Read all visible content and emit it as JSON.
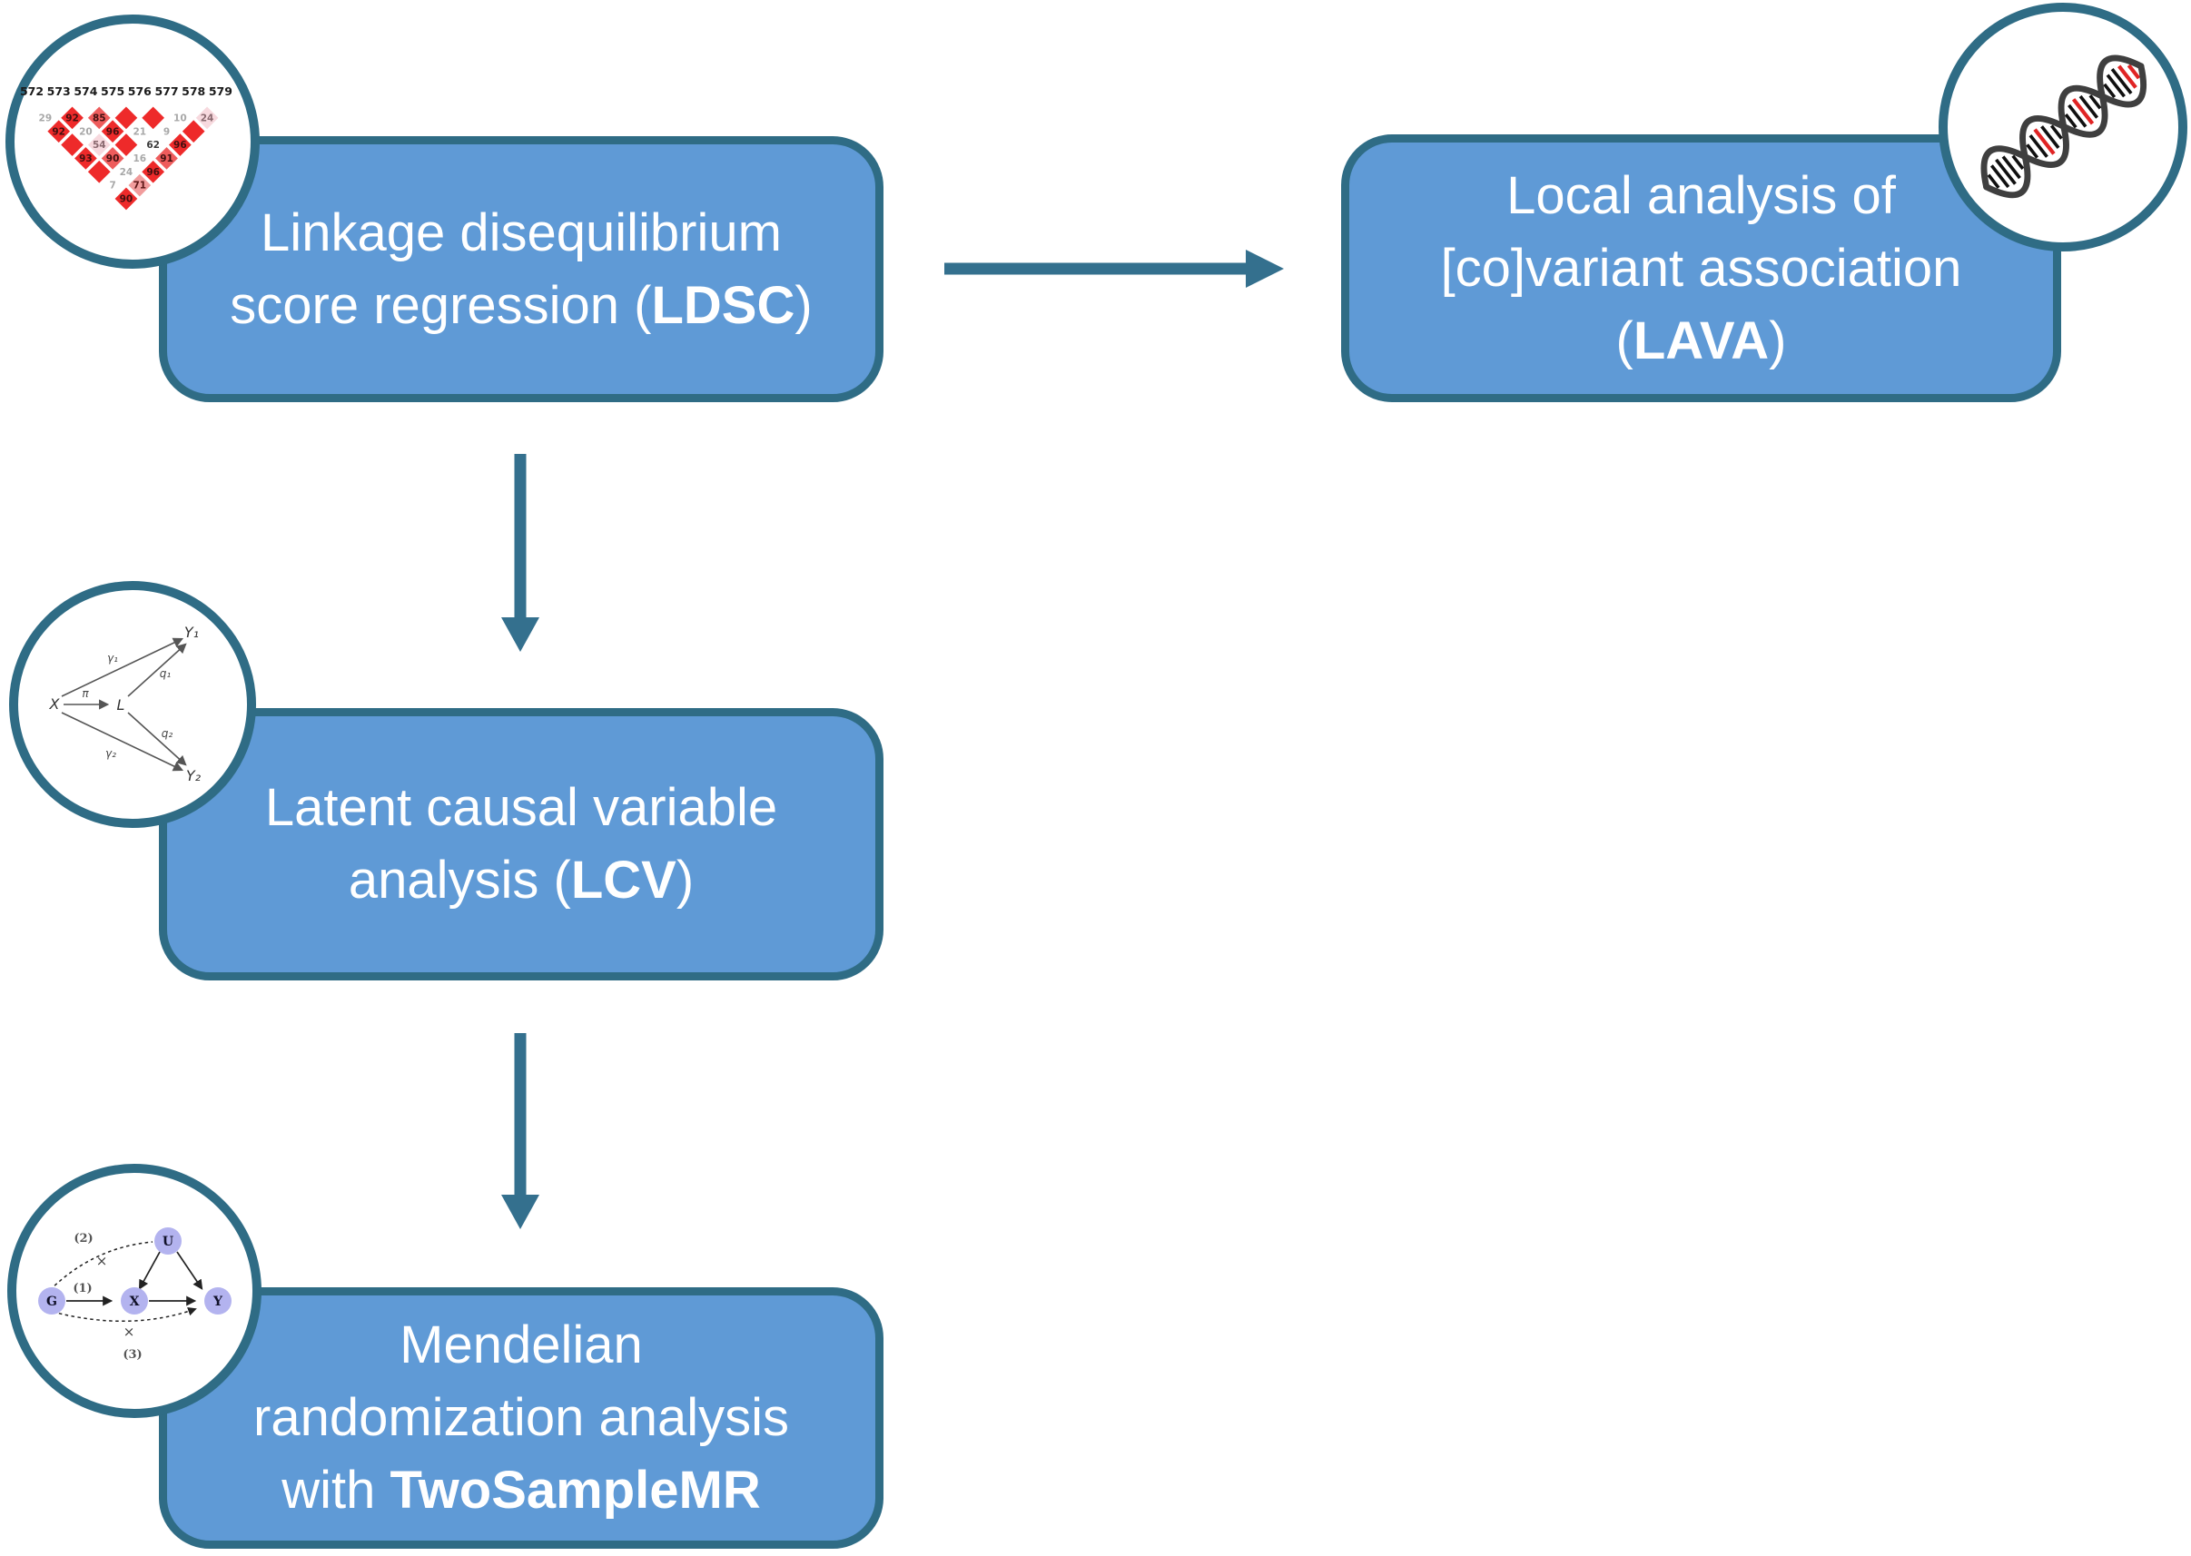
{
  "colors": {
    "box_fill": "#5f9ad6",
    "box_border": "#2f6c85",
    "arrow": "#34708e",
    "box_text": "#ffffff",
    "ld_red": "#ee2a2a",
    "ld_mid_red": "#ee5c5c",
    "ld_pink": "#f19c9c",
    "ld_palest_pink": "#f7d9de",
    "mr_node_fill": "#b3b3ef"
  },
  "boxes": {
    "ldsc": {
      "lines": [
        [
          {
            "t": "Linkage disequilibrium"
          }
        ],
        [
          {
            "t": "score regression ("
          },
          {
            "t": "LDSC",
            "bold": true
          },
          {
            "t": ")"
          }
        ]
      ]
    },
    "lava": {
      "lines": [
        [
          {
            "t": "Local analysis of"
          }
        ],
        [
          {
            "t": "[co]variant association"
          }
        ],
        [
          {
            "t": "("
          },
          {
            "t": "LAVA",
            "bold": true
          },
          {
            "t": ")"
          }
        ]
      ]
    },
    "lcv": {
      "lines": [
        [
          {
            "t": "Latent causal variable"
          }
        ],
        [
          {
            "t": "analysis ("
          },
          {
            "t": "LCV",
            "bold": true
          },
          {
            "t": ")"
          }
        ]
      ]
    },
    "mr": {
      "lines": [
        [
          {
            "t": "Mendelian"
          }
        ],
        [
          {
            "t": "randomization analysis"
          }
        ],
        [
          {
            "t": "with "
          },
          {
            "t": "TwoSampleMR",
            "bold": true
          }
        ]
      ]
    }
  },
  "icons": {
    "ld_heatmap": {
      "snp_labels": [
        "572",
        "573",
        "574",
        "575",
        "576",
        "577",
        "578",
        "579"
      ],
      "rows": [
        [
          {
            "v": "29",
            "f": "w"
          },
          {
            "v": "92",
            "f": "r"
          },
          {
            "v": "85",
            "f": "m"
          },
          {
            "v": "",
            "f": "r"
          },
          {
            "v": "",
            "f": "r"
          },
          {
            "v": "10",
            "f": "w"
          },
          {
            "v": "24",
            "f": "l"
          }
        ],
        [
          {
            "v": "92",
            "f": "r"
          },
          {
            "v": "20",
            "f": "w"
          },
          {
            "v": "96",
            "f": "r"
          },
          {
            "v": "21",
            "f": "w"
          },
          {
            "v": "9",
            "f": "w"
          },
          {
            "v": "",
            "f": "r"
          }
        ],
        [
          {
            "v": "",
            "f": "r"
          },
          {
            "v": "54",
            "f": "l"
          },
          {
            "v": "",
            "f": "r"
          },
          {
            "v": "62",
            "f": "wd"
          },
          {
            "v": "96",
            "f": "r"
          }
        ],
        [
          {
            "v": "93",
            "f": "r"
          },
          {
            "v": "90",
            "f": "m"
          },
          {
            "v": "16",
            "f": "w"
          },
          {
            "v": "91",
            "f": "m"
          }
        ],
        [
          {
            "v": "",
            "f": "r"
          },
          {
            "v": "24",
            "f": "w"
          },
          {
            "v": "96",
            "f": "r"
          }
        ],
        [
          {
            "v": "7",
            "f": "w"
          },
          {
            "v": "71",
            "f": "p"
          }
        ],
        [
          {
            "v": "90",
            "f": "r"
          }
        ]
      ]
    },
    "lcv_diagram": {
      "nodes": {
        "x": "X",
        "l": "L",
        "y1": "Y₁",
        "y2": "Y₂"
      },
      "edge_labels": {
        "pi": "π",
        "g1": "γ₁",
        "g2": "γ₂",
        "q1": "q₁",
        "q2": "q₂"
      }
    },
    "mr_diagram": {
      "nodes": {
        "g": "G",
        "x": "X",
        "y": "Y",
        "u": "U"
      },
      "path_labels": {
        "p1": "(1)",
        "p2": "(2)",
        "p3": "(3)"
      },
      "cross": "×"
    }
  }
}
